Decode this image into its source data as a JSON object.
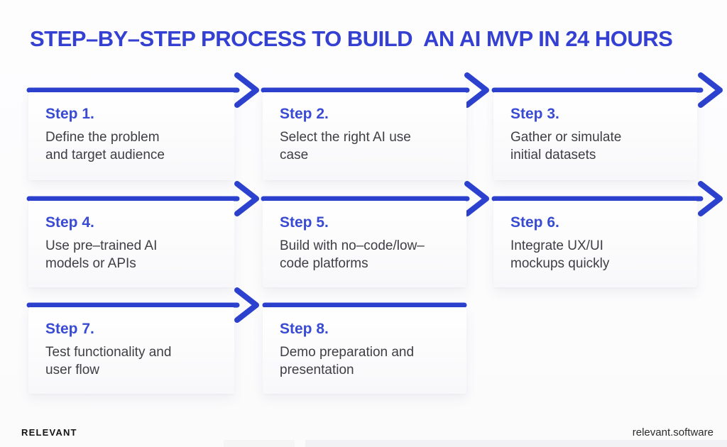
{
  "title": "STEP–BY–STEP PROCESS TO BUILD  AN AI MVP IN 24 HOURS",
  "colors": {
    "title_blue": "#3340d1",
    "arrow_blue": "#2c41cd",
    "step_label_blue": "#3a4bd3",
    "body_text": "#3e3e44",
    "card_background": "#ffffff",
    "page_background": "#fcfcfd"
  },
  "steps": [
    {
      "label": "Step 1.",
      "description": "Define the problem\nand target audience",
      "has_arrowhead": true
    },
    {
      "label": "Step 2.",
      "description": "Select the right AI use\ncase",
      "has_arrowhead": true
    },
    {
      "label": "Step 3.",
      "description": "Gather or simulate\ninitial datasets",
      "has_arrowhead": true
    },
    {
      "label": "Step 4.",
      "description": "Use pre–trained AI\nmodels or APIs",
      "has_arrowhead": true
    },
    {
      "label": "Step 5.",
      "description": "Build with no–code/low–\ncode platforms",
      "has_arrowhead": true
    },
    {
      "label": "Step 6.",
      "description": "Integrate UX/UI\nmockups quickly",
      "has_arrowhead": true
    },
    {
      "label": "Step 7.",
      "description": "Test functionality and\nuser flow",
      "has_arrowhead": true
    },
    {
      "label": "Step 8.",
      "description": "Demo preparation and\npresentation",
      "has_arrowhead": false
    }
  ],
  "footer": {
    "logo": "RELEVANT",
    "website": "relevant.software"
  }
}
